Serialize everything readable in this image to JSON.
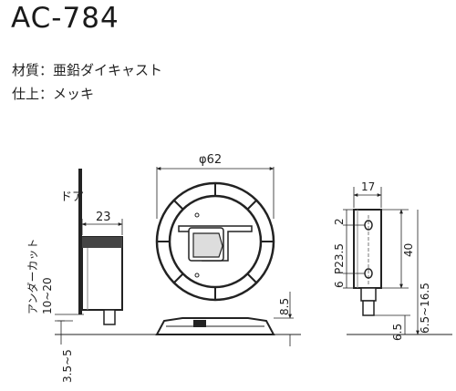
{
  "product": {
    "code": "AC-784"
  },
  "specs": {
    "material": "材質：亜鉛ダイキャスト",
    "finish": "仕上：メッキ"
  },
  "drawing": {
    "door_label": "ドア",
    "undercut_label": "アンダーカット",
    "undercut_range": "10~20",
    "dim_side_width": "23",
    "dim_diameter": "φ62",
    "dim_floor_offset": "3.5~5",
    "dim_plate_height": "8.5",
    "dim_plate_width": "17",
    "dim_top_margin": "2",
    "dim_pitch": "P23.5",
    "dim_bottom_margin": "6",
    "dim_plate_length": "40",
    "dim_pin_height": "6.5",
    "dim_adjust_range": "6.5~16.5"
  }
}
